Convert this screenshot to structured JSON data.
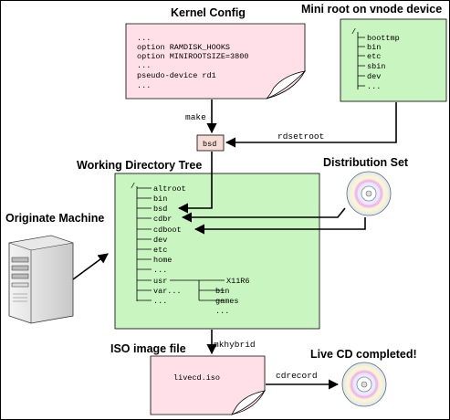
{
  "titles": {
    "kernel_config": "Kernel Config",
    "mini_root": "Mini root on vnode device",
    "working_tree": "Working Directory Tree",
    "distribution_set": "Distribution Set",
    "originate_machine": "Originate Machine",
    "iso_image": "ISO image file",
    "live_cd": "Live CD completed!"
  },
  "kernel_config_lines": [
    "...",
    "option RAMDISK_HOOKS",
    "option MINIROOTSIZE=3800",
    "...",
    "pseudo-device rd1",
    "..."
  ],
  "mini_root": {
    "root": "/",
    "entries": [
      "boottmp",
      "bin",
      "etc",
      "sbin",
      "dev",
      "..."
    ]
  },
  "working_tree": {
    "root": "/",
    "entries": [
      "altroot",
      "bin",
      "bsd",
      "cdbr",
      "cdboot",
      "dev",
      "etc",
      "home",
      "...",
      "usr",
      "var...",
      "..."
    ],
    "usr_children": [
      "X11R6",
      "bin",
      "games",
      "..."
    ]
  },
  "bsd_box": "bsd",
  "iso_file": "livecd.iso",
  "arrow_labels": {
    "make": "make",
    "rdsetroot": "rdsetroot",
    "mkhybrid": "mkhybrid",
    "cdrecord": "cdrecord"
  },
  "colors": {
    "pink_fill": "#ffe0e8",
    "green_fill": "#c8f5c0",
    "bsd_fill": "#f6dcd4",
    "border": "#000000"
  }
}
